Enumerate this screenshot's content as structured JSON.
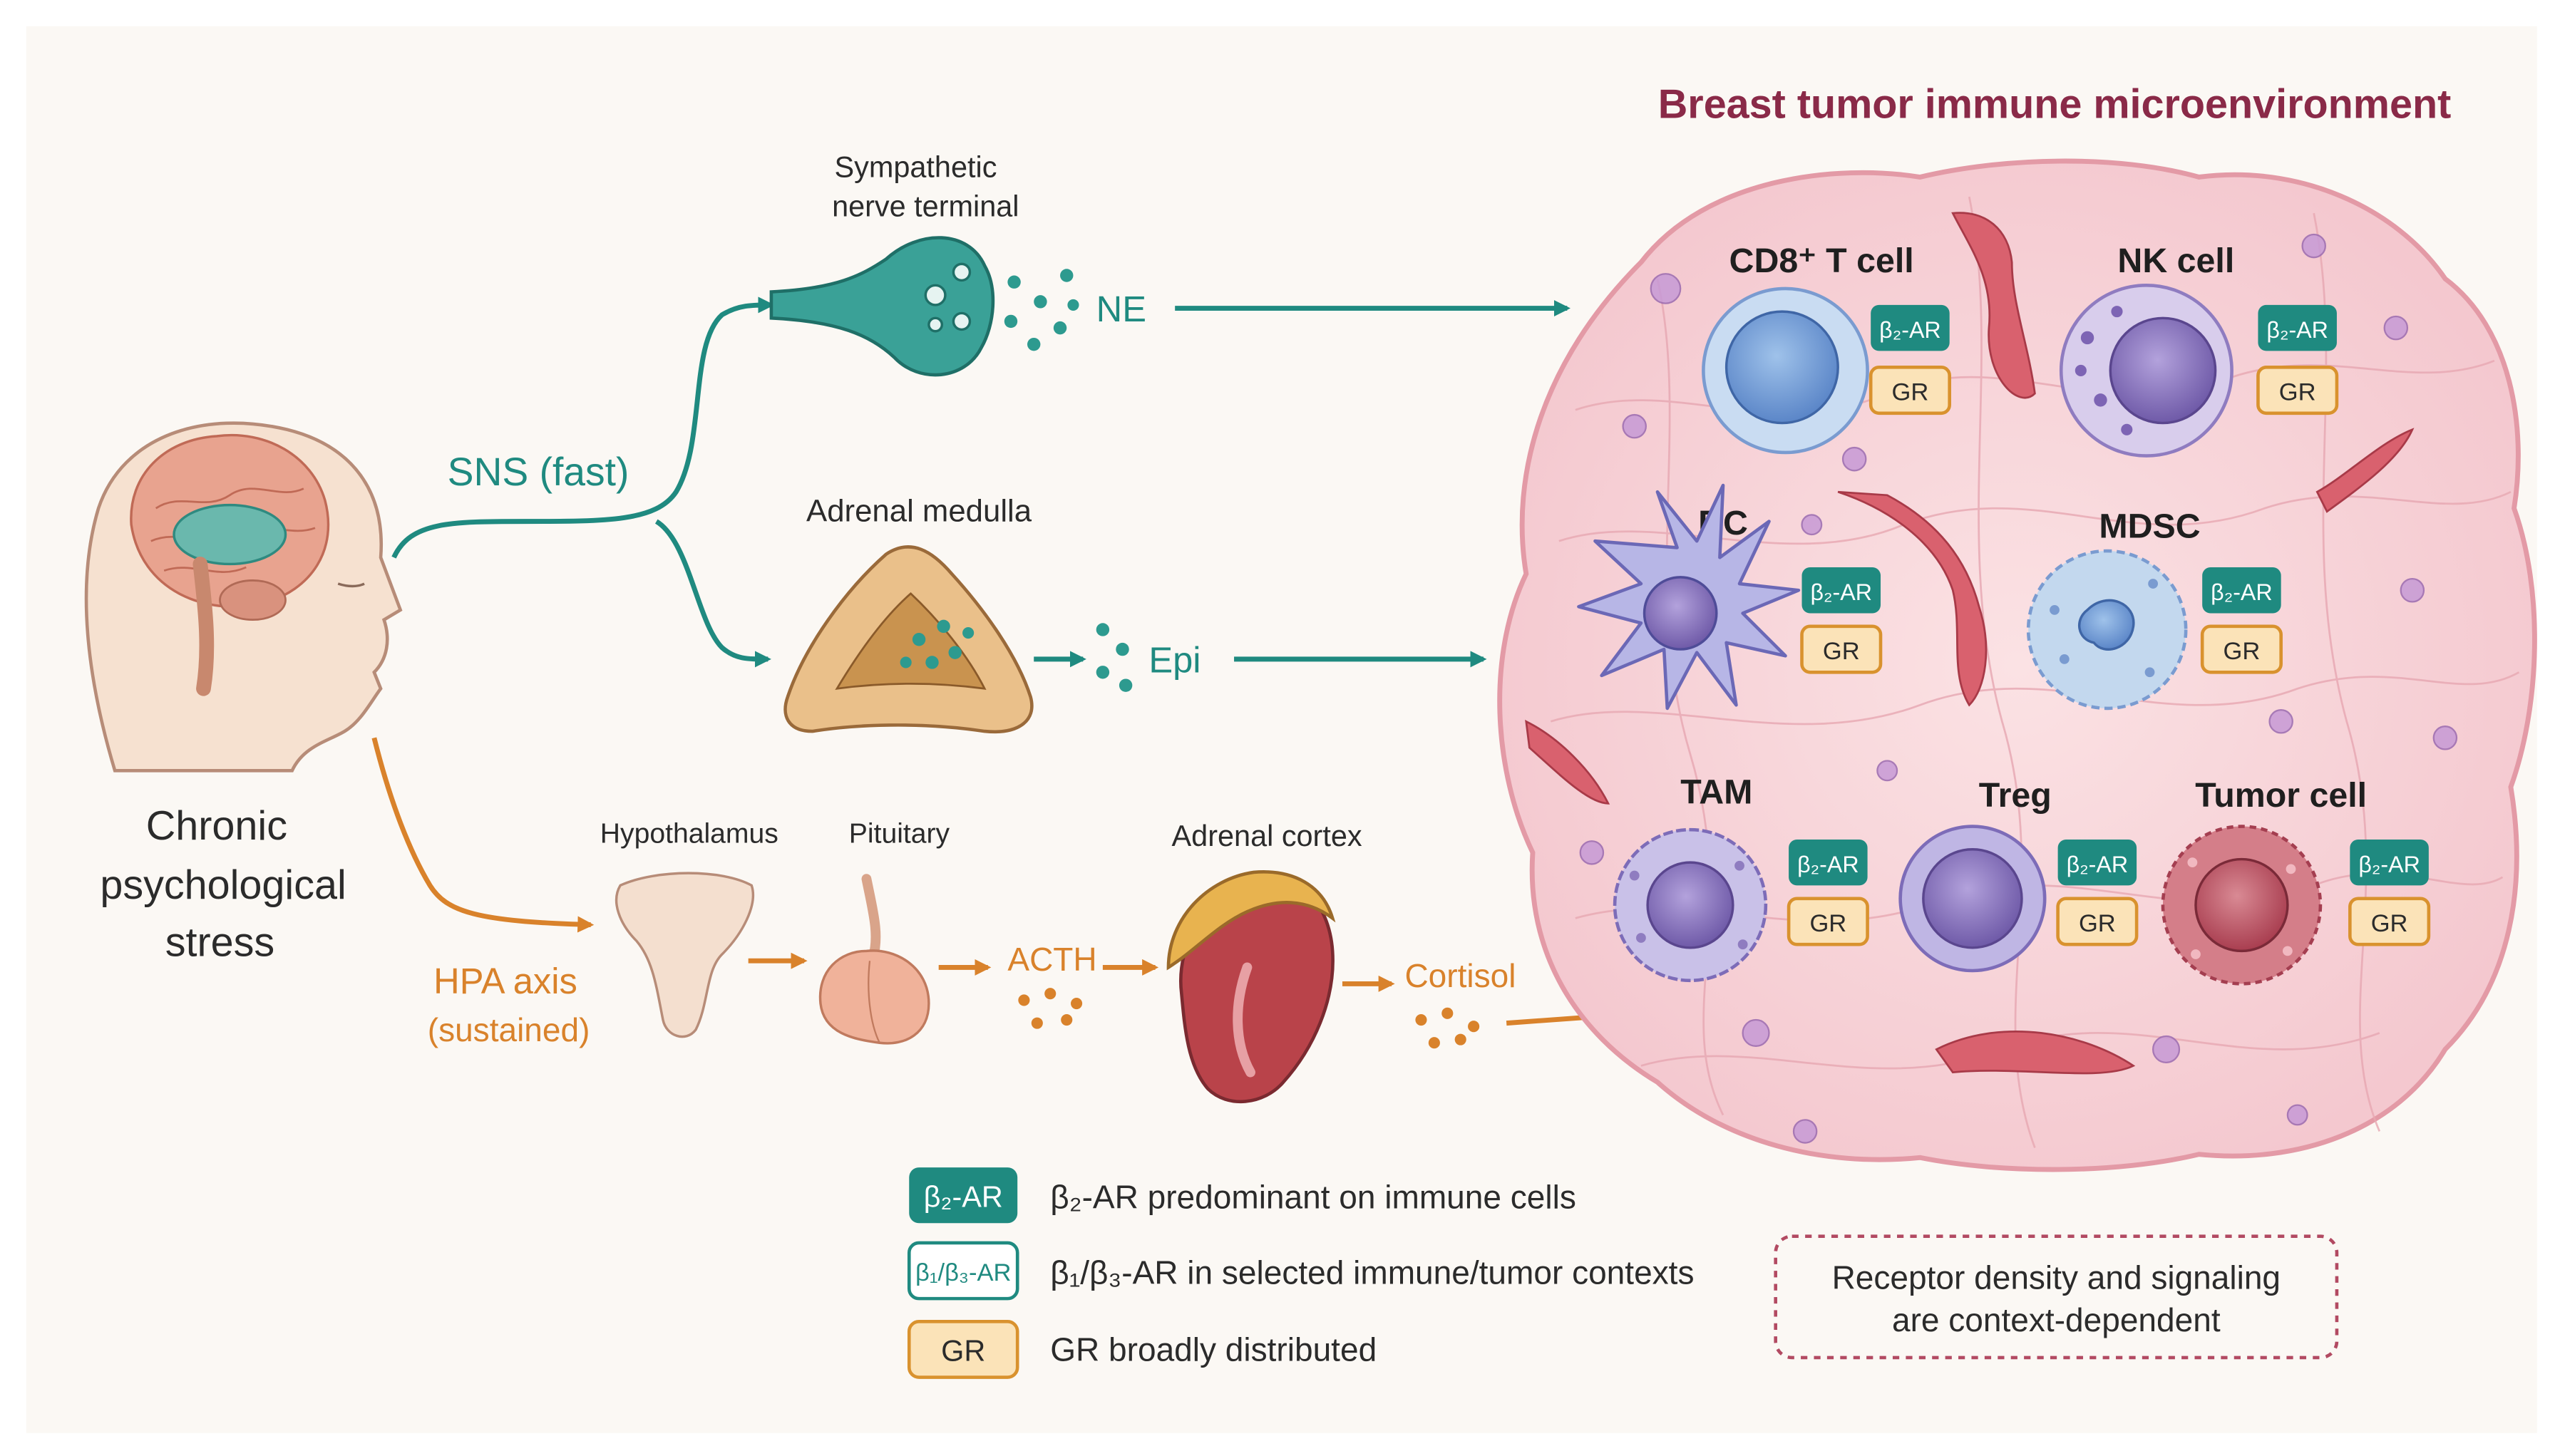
{
  "colors": {
    "background": "#fbf8f4",
    "teal": "#1f8a80",
    "orange": "#d9822b",
    "maroon": "#8a2a48",
    "text_dark": "#2b2b2b",
    "receptor_teal": "#1f8a80",
    "gr_fill": "#fbe3b8",
    "gr_stroke": "#d9922e"
  },
  "stress": {
    "line1": "Chronic",
    "line2": "psychological",
    "line3": "stress"
  },
  "sns": {
    "label": "SNS (fast)",
    "nerve_label_line1": "Sympathetic",
    "nerve_label_line2": "nerve terminal",
    "ne_label": "NE",
    "medulla_label": "Adrenal medulla",
    "epi_label": "Epi"
  },
  "hpa": {
    "label": "HPA axis",
    "sublabel": "(sustained)",
    "hypothalamus_label": "Hypothalamus",
    "pituitary_label": "Pituitary",
    "acth_label": "ACTH",
    "cortex_label": "Adrenal cortex",
    "cortisol_label": "Cortisol"
  },
  "tme": {
    "title": "Breast tumor immune microenvironment",
    "b2_label": "β₂-AR",
    "gr_label": "GR",
    "cells": [
      {
        "name": "CD8⁺ T cell",
        "icon": "cd8-t-cell-icon"
      },
      {
        "name": "NK cell",
        "icon": "nk-cell-icon"
      },
      {
        "name": "DC",
        "icon": "dendritic-cell-icon"
      },
      {
        "name": "MDSC",
        "icon": "mdsc-icon"
      },
      {
        "name": "TAM",
        "icon": "macrophage-icon"
      },
      {
        "name": "Treg",
        "icon": "treg-icon"
      },
      {
        "name": "Tumor cell",
        "icon": "tumor-cell-icon"
      }
    ]
  },
  "legend": {
    "items": [
      {
        "badge": "β₂-AR",
        "text": "β₂-AR predominant on immune cells"
      },
      {
        "badge": "β₁/β₃-AR",
        "text": "β₁/β₃-AR in selected immune/tumor contexts"
      },
      {
        "badge": "GR",
        "text": "GR broadly distributed"
      }
    ],
    "note_line1": "Receptor density and signaling",
    "note_line2": "are context-dependent"
  }
}
